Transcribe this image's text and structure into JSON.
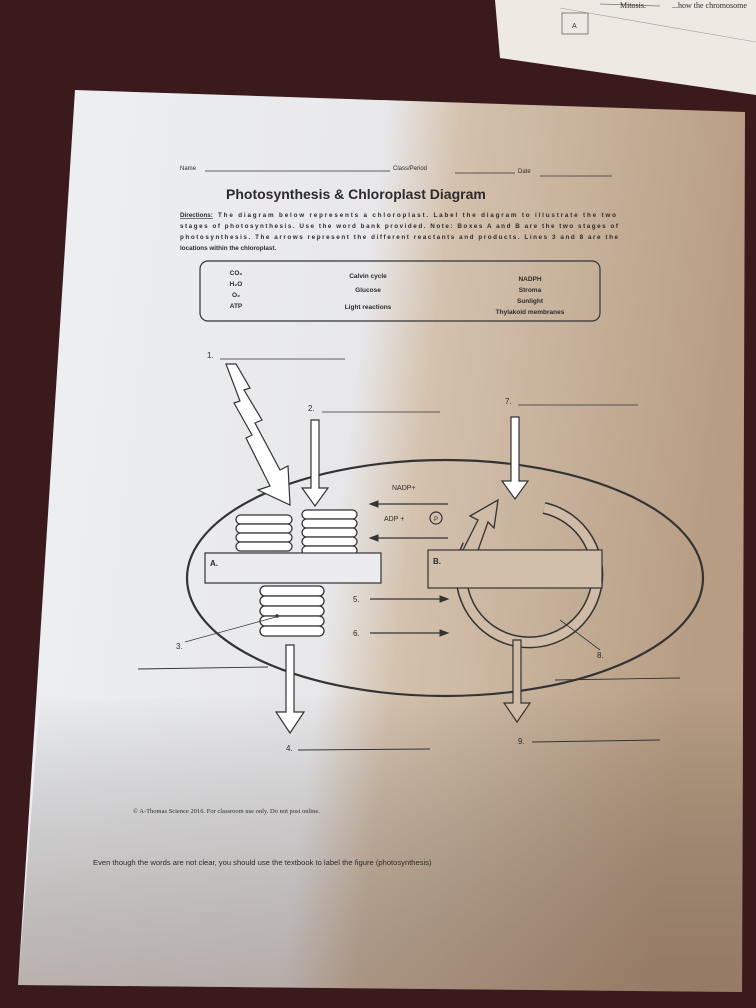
{
  "background_sheet": {
    "line_text": "...how the chromosome",
    "word": "Mitosis.",
    "box_label": "A"
  },
  "worksheet": {
    "name_label": "Name",
    "class_label": "Class/Period",
    "date_label": "Date",
    "title": "Photosynthesis & Chloroplast Diagram",
    "directions_label": "Directions:",
    "directions_lines": [
      "The diagram below represents a chloroplast. Label the diagram to illustrate the two",
      "stages of photosynthesis. Use the word bank provided. Note: Boxes A and B are the two stages of",
      "photosynthesis. The arrows represent the different reactants and products. Lines 3 and 8 are the",
      "locations within the chloroplast."
    ],
    "word_bank": {
      "col1": [
        "CO₂",
        "H₂O",
        "O₂",
        "ATP"
      ],
      "col2": [
        "Calvin cycle",
        "Glucose",
        "Light reactions"
      ],
      "col3": [
        "NADPH",
        "Stroma",
        "Sunlight",
        "Thylakoid membranes"
      ]
    },
    "diagram": {
      "labels": {
        "l1": "1.",
        "l2": "2.",
        "l3": "3.",
        "l4": "4.",
        "l5": "5.",
        "l6": "6.",
        "l7": "7.",
        "l8": "8.",
        "l9": "9.",
        "box_a": "A.",
        "box_b": "B."
      },
      "nadp": "NADP+",
      "adp": "ADP +",
      "phosphate": "P"
    },
    "copyright": "© A-Thomas Science 2016. For classroom use only. Do not post online.",
    "note": "Even though the words are not clear, you should use the textbook to label the figure (photosynthesis)"
  }
}
